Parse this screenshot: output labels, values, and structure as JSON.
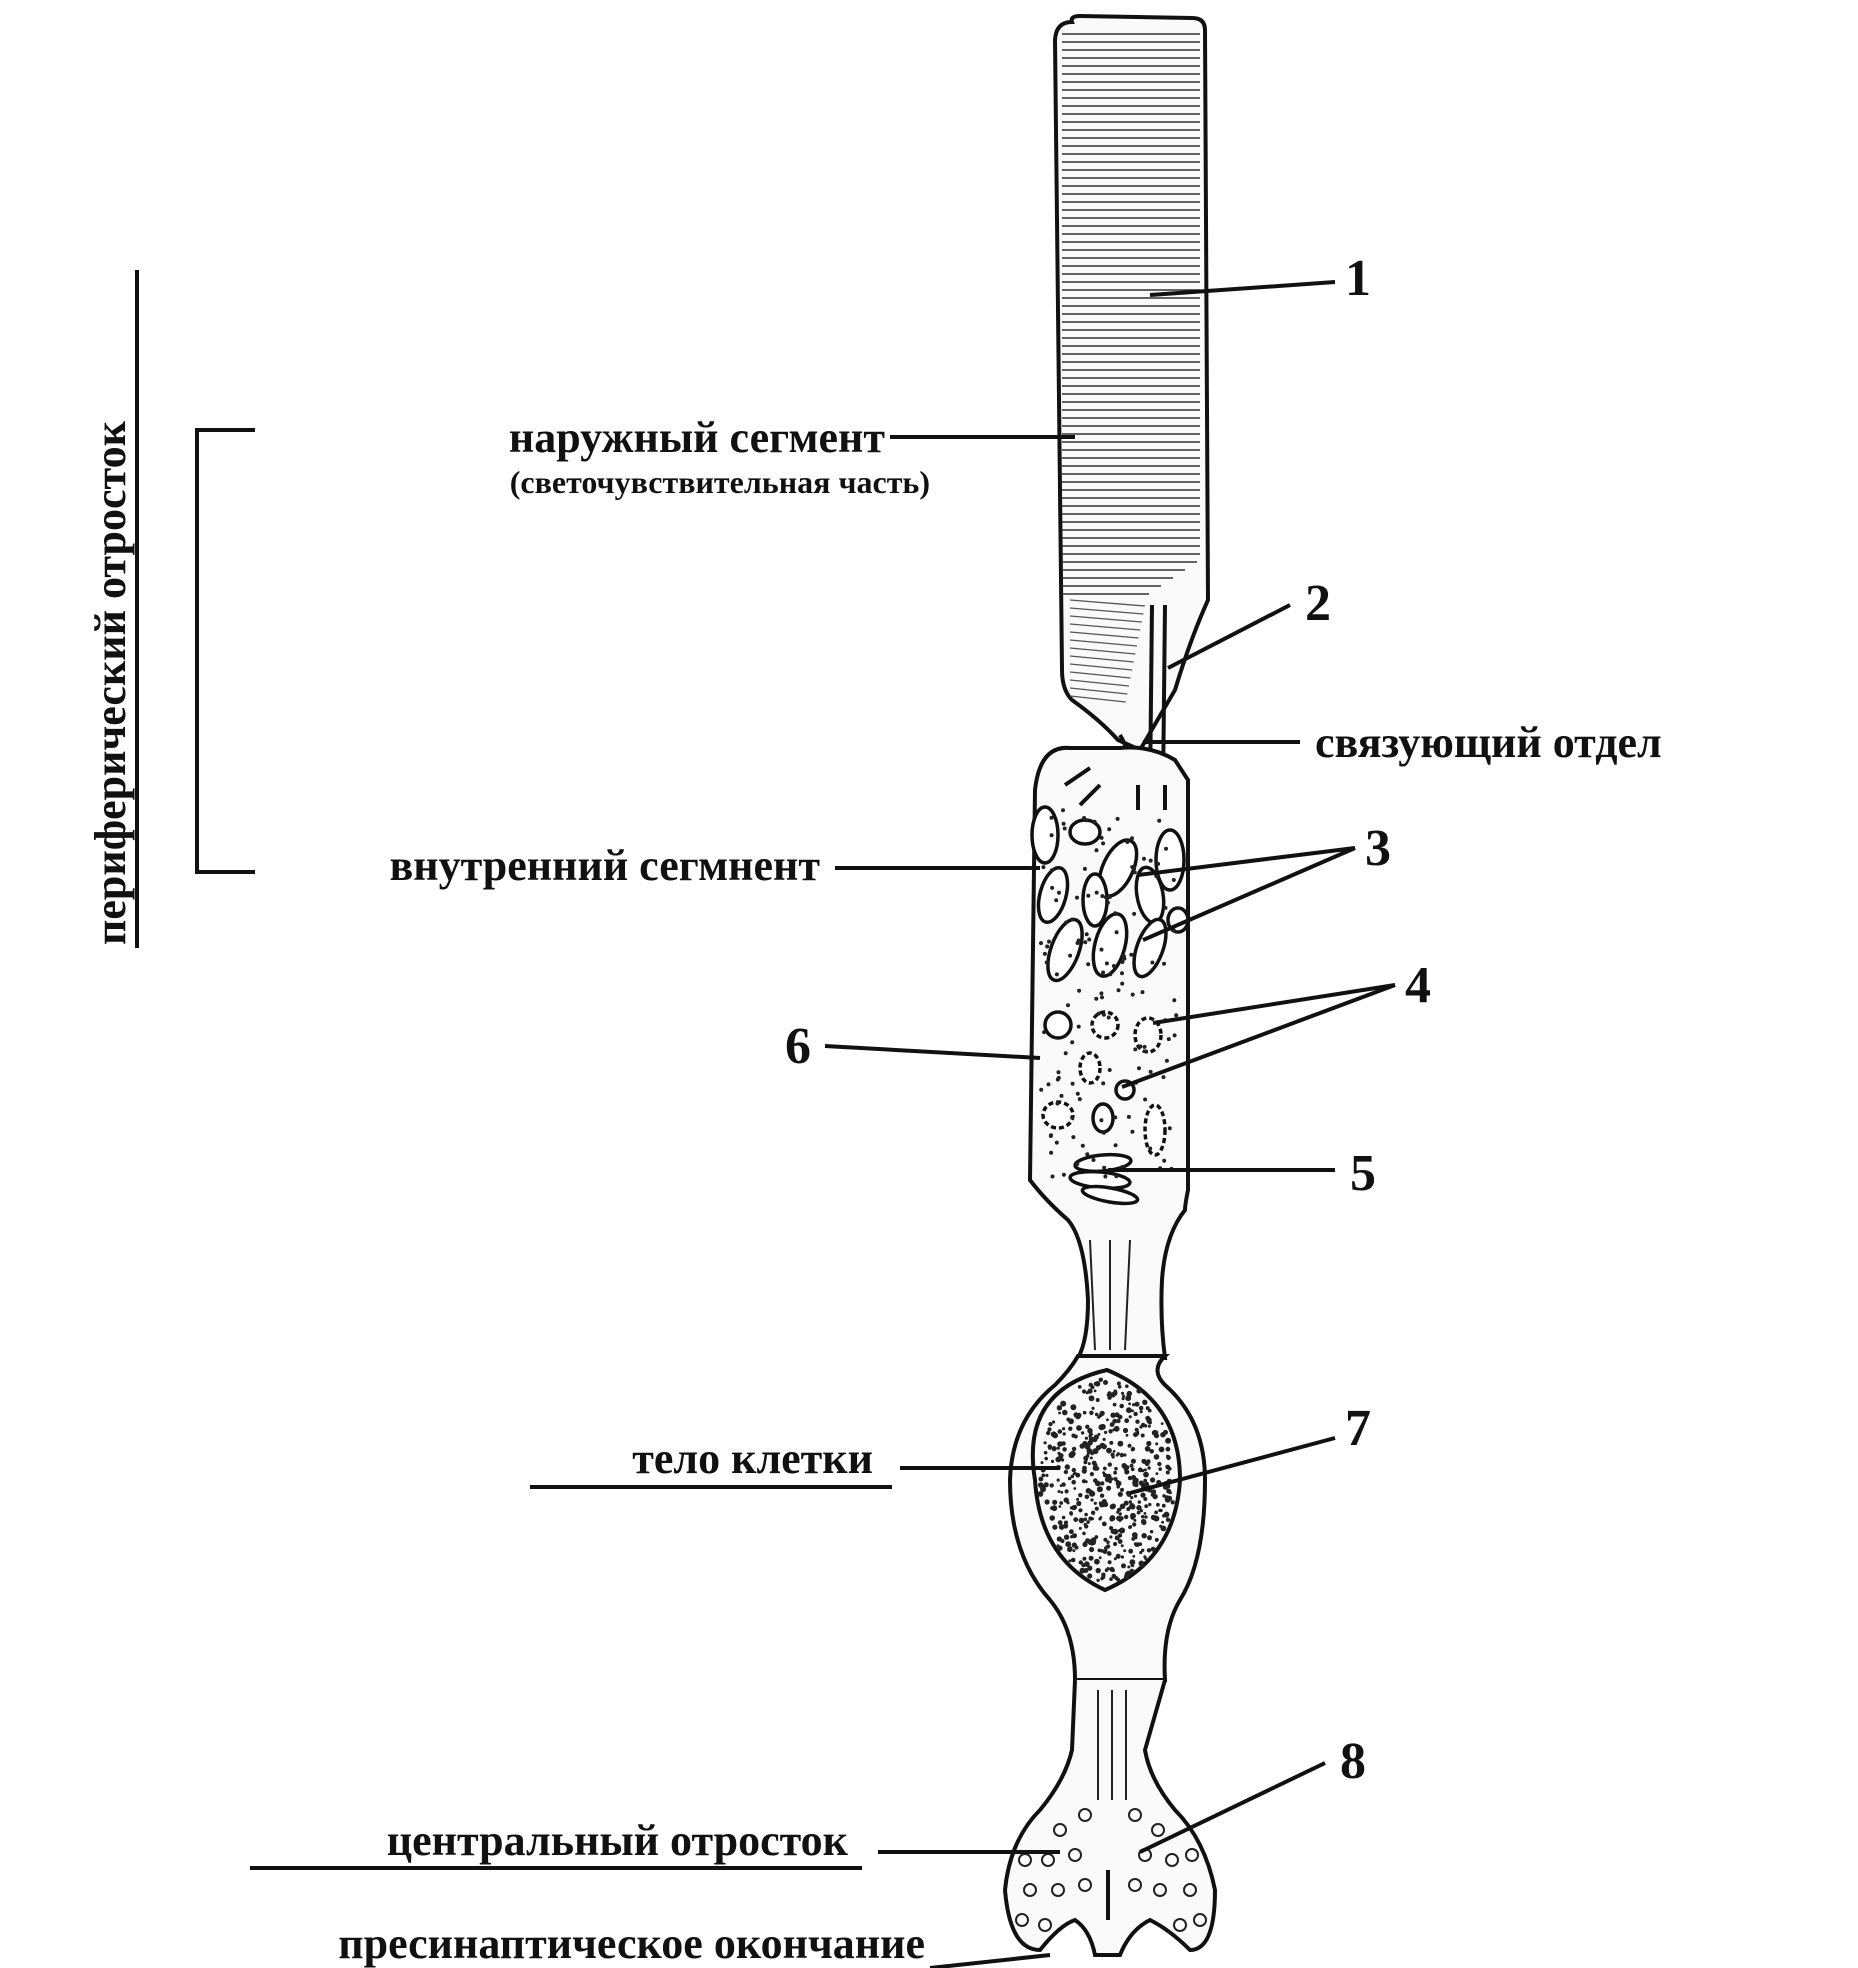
{
  "labels": {
    "peripheral_process": "периферический отросток",
    "outer_segment": "наружный сегмент",
    "outer_segment_note": "(светочувствительная часть)",
    "connecting_part": "связующий отдел",
    "inner_segment": "внутренний сегмнент",
    "cell_body": "тело клетки",
    "central_process": "центральный отросток",
    "presynaptic_ending": "пресинаптическое окончание"
  },
  "numbers": {
    "n1": "1",
    "n2": "2",
    "n3": "3",
    "n4": "4",
    "n5": "5",
    "n6": "6",
    "n7": "7",
    "n8": "8"
  }
}
